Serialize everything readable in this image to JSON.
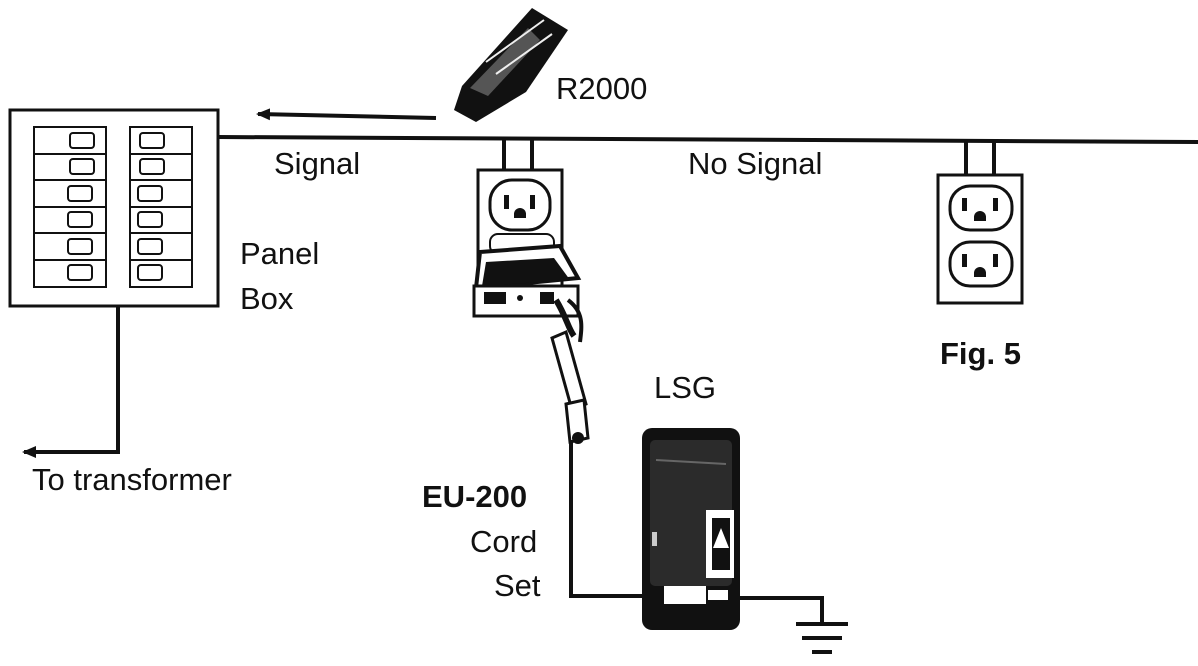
{
  "labels": {
    "tester": "R2000",
    "signal": "Signal",
    "no_signal": "No Signal",
    "panel_line1": "Panel",
    "panel_line2": "Box",
    "figure": "Fig. 5",
    "generator": "LSG",
    "to_transformer": "To  transformer",
    "cord_model": "EU-200",
    "cord_line1": "Cord",
    "cord_line2": "Set"
  },
  "colors": {
    "ink": "#111111",
    "paper": "#ffffff"
  }
}
